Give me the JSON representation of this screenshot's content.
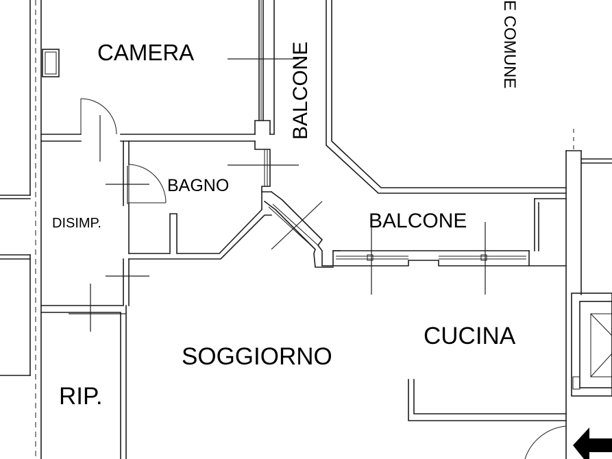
{
  "floor_plan": {
    "rooms": [
      {
        "id": "camera",
        "label": "CAMERA"
      },
      {
        "id": "balcone-top",
        "label": "BALCONE"
      },
      {
        "id": "bagno",
        "label": "BAGNO"
      },
      {
        "id": "disimp",
        "label": "DISIMP."
      },
      {
        "id": "balcone-right",
        "label": "BALCONE"
      },
      {
        "id": "cucina",
        "label": "CUCINA"
      },
      {
        "id": "soggiorno",
        "label": "SOGGIORNO"
      },
      {
        "id": "rip",
        "label": "RIP."
      }
    ],
    "common_area_label": "E COMUNE",
    "entrance_icon": "entrance-arrow-icon"
  }
}
